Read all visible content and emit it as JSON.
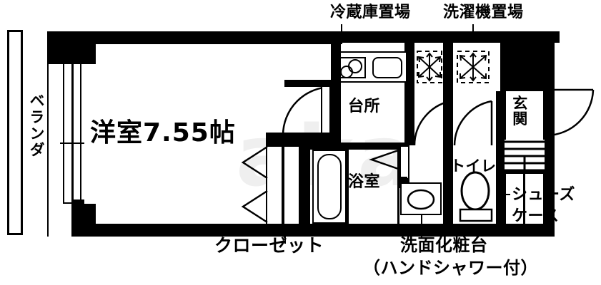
{
  "plan": {
    "title": "apartment-floor-plan",
    "colors": {
      "wall": "#000000",
      "background": "#ffffff",
      "watermark": "#efefef"
    },
    "watermark": "aka",
    "labels": {
      "fridge_space": "冷蔵庫置場",
      "washer_space": "洗濯機置場",
      "veranda": "ベランダ",
      "main_room": "洋室7.55帖",
      "kitchen": "台所",
      "bathroom": "浴室",
      "toilet": "トイレ",
      "entrance": "玄関",
      "shoe_case_line1": "シューズ",
      "shoe_case_line2": "ケース",
      "closet": "クローゼット",
      "vanity_line1": "洗面化粧台",
      "vanity_line2": "（ハンドシャワー付）"
    },
    "fixtures": {
      "stove": "stove-two-burner",
      "sink": "kitchen-sink",
      "bathtub": "bathtub",
      "wash_basin": "wash-basin",
      "toilet_bowl": "toilet-bowl",
      "toilet_tank": "toilet-tank",
      "shoe_shelves": "shoe-shelves",
      "balcony_window": "sliding-window"
    },
    "room_size": {
      "value": "7.55",
      "unit": "帖"
    }
  }
}
